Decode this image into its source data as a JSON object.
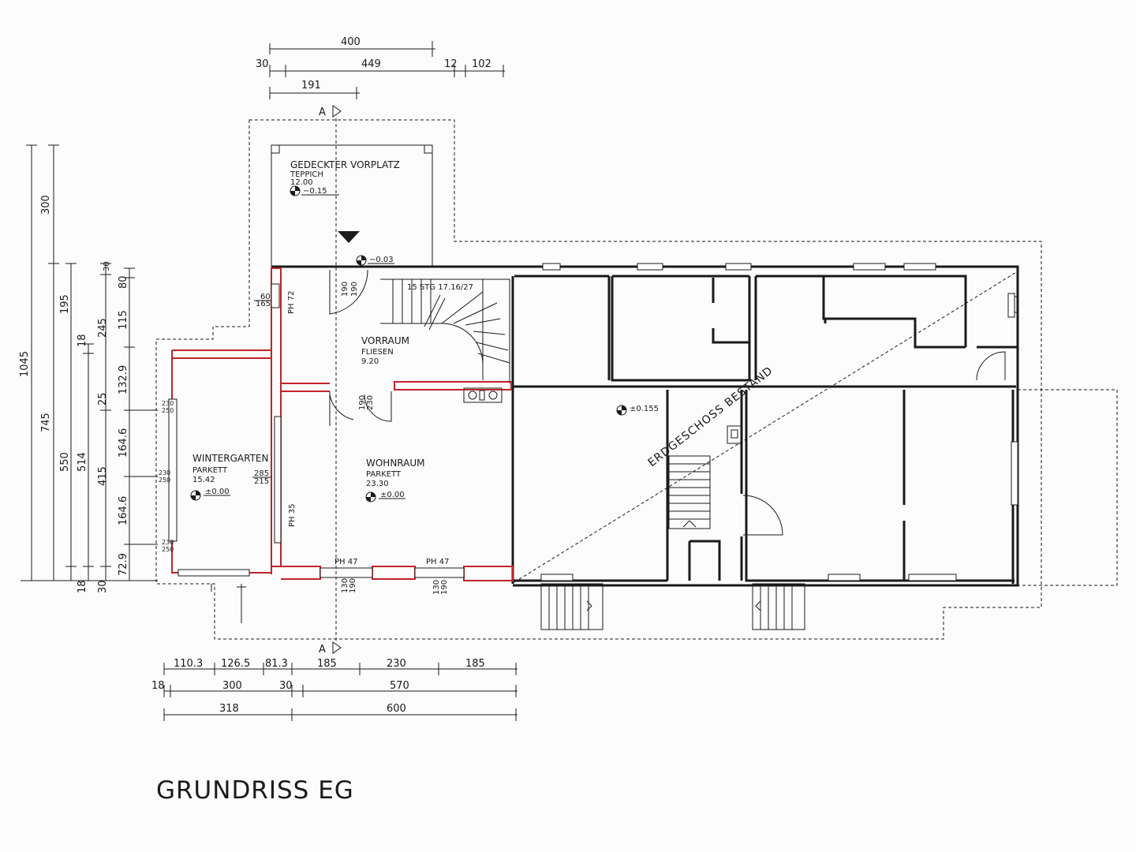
{
  "drawing": {
    "title": "GRUNDRISS EG",
    "section_mark": "A",
    "existing_label": "ERDGESCHOSS BESTAND",
    "accent_new": "#c0242a"
  },
  "rooms": {
    "vorplatz": {
      "name": "GEDECKTER VORPLATZ",
      "floor": "TEPPICH",
      "area": "12.00",
      "level": "−0.15"
    },
    "vorraum": {
      "name": "VORRAUM",
      "floor": "FLIESEN",
      "area": "9.20"
    },
    "wintergarten": {
      "name": "WINTERGARTEN",
      "floor": "PARKETT",
      "area": "15.42",
      "level": "±0.00"
    },
    "wohnraum": {
      "name": "WOHNRAUM",
      "floor": "PARKETT",
      "area": "23.30",
      "level": "±0.00"
    }
  },
  "levels": {
    "entry": "−0.03",
    "bestand": "±0.155"
  },
  "notes": {
    "stair": "15 STG 17.16/27",
    "ph72": "PH 72",
    "ph35": "PH 35",
    "ph47a": "PH 47",
    "ph47b": "PH 47",
    "n60": "60",
    "n165": "165",
    "n285": "285",
    "n215": "215",
    "n190a": "190",
    "n190b": "190",
    "n190c": "190",
    "n230": "230",
    "n130a": "130",
    "n190d": "190",
    "n130b": "130",
    "n190e": "190",
    "w230a": "230",
    "w250a": "250",
    "w230b": "230",
    "w250b": "250",
    "w230c": "230",
    "w250c": "250"
  },
  "dims_top": {
    "d400": "400",
    "d30": "30",
    "d449": "449",
    "d12": "12",
    "d102": "102",
    "d191": "191"
  },
  "dims_left": {
    "d1045": "1045",
    "d300": "300",
    "d745": "745",
    "d195": "195",
    "d550": "550",
    "d18": "18",
    "d514": "514",
    "d30": "30",
    "d245": "245",
    "d415": "415",
    "d80": "80",
    "d115": "115",
    "d132_9": "132.9",
    "d25": "25",
    "d164_6a": "164.6",
    "d164_6b": "164.6",
    "d72_9": "72.9",
    "d18b": "18",
    "d30b": "30"
  },
  "dims_bottom": {
    "d110_3": "110.3",
    "d126_5": "126.5",
    "d81_3": "81.3",
    "d185a": "185",
    "d230": "230",
    "d185b": "185",
    "d18": "18",
    "d300": "300",
    "d30": "30",
    "d570": "570",
    "d318": "318",
    "d600": "600"
  }
}
